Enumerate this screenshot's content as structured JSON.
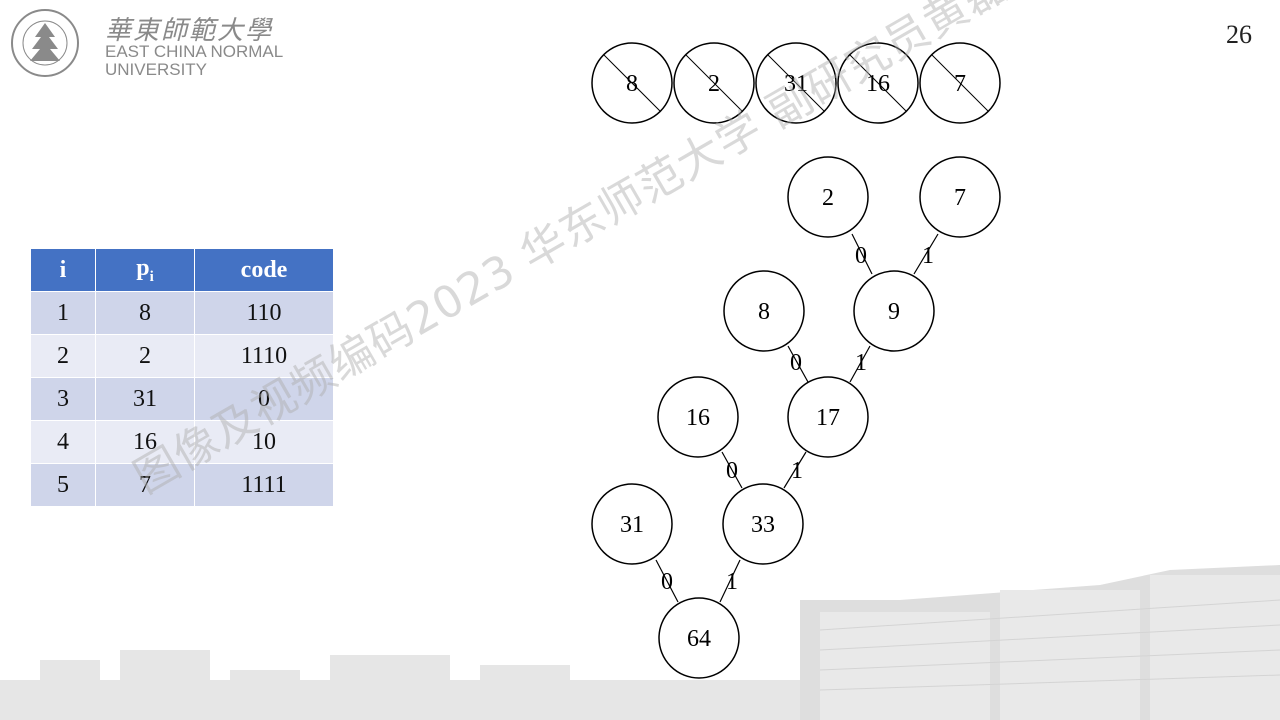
{
  "logo": {
    "name_cn": "華東師範大學",
    "name_en_line1": "EAST CHINA NORMAL",
    "name_en_line2": "UNIVERSITY"
  },
  "page_number": "26",
  "watermark": "图像及视频编码2023 华东师范大学 副研究员黄磊磊",
  "table": {
    "headers": [
      "i",
      "p",
      "code"
    ],
    "header_p_sub": "i",
    "rows": [
      [
        "1",
        "8",
        "110"
      ],
      [
        "2",
        "2",
        "1110"
      ],
      [
        "3",
        "31",
        "0"
      ],
      [
        "4",
        "16",
        "10"
      ],
      [
        "5",
        "7",
        "1111"
      ]
    ]
  },
  "top_row_nodes": [
    "8",
    "2",
    "31",
    "16",
    "7"
  ],
  "tree": {
    "nodes": [
      "2",
      "7",
      "8",
      "9",
      "16",
      "17",
      "31",
      "33",
      "64"
    ],
    "edge_labels": [
      "0",
      "1",
      "0",
      "1",
      "0",
      "1",
      "0",
      "1"
    ]
  },
  "colors": {
    "header": "#4472c4",
    "row_odd": "#cfd5ea",
    "row_even": "#e9ebf5"
  }
}
